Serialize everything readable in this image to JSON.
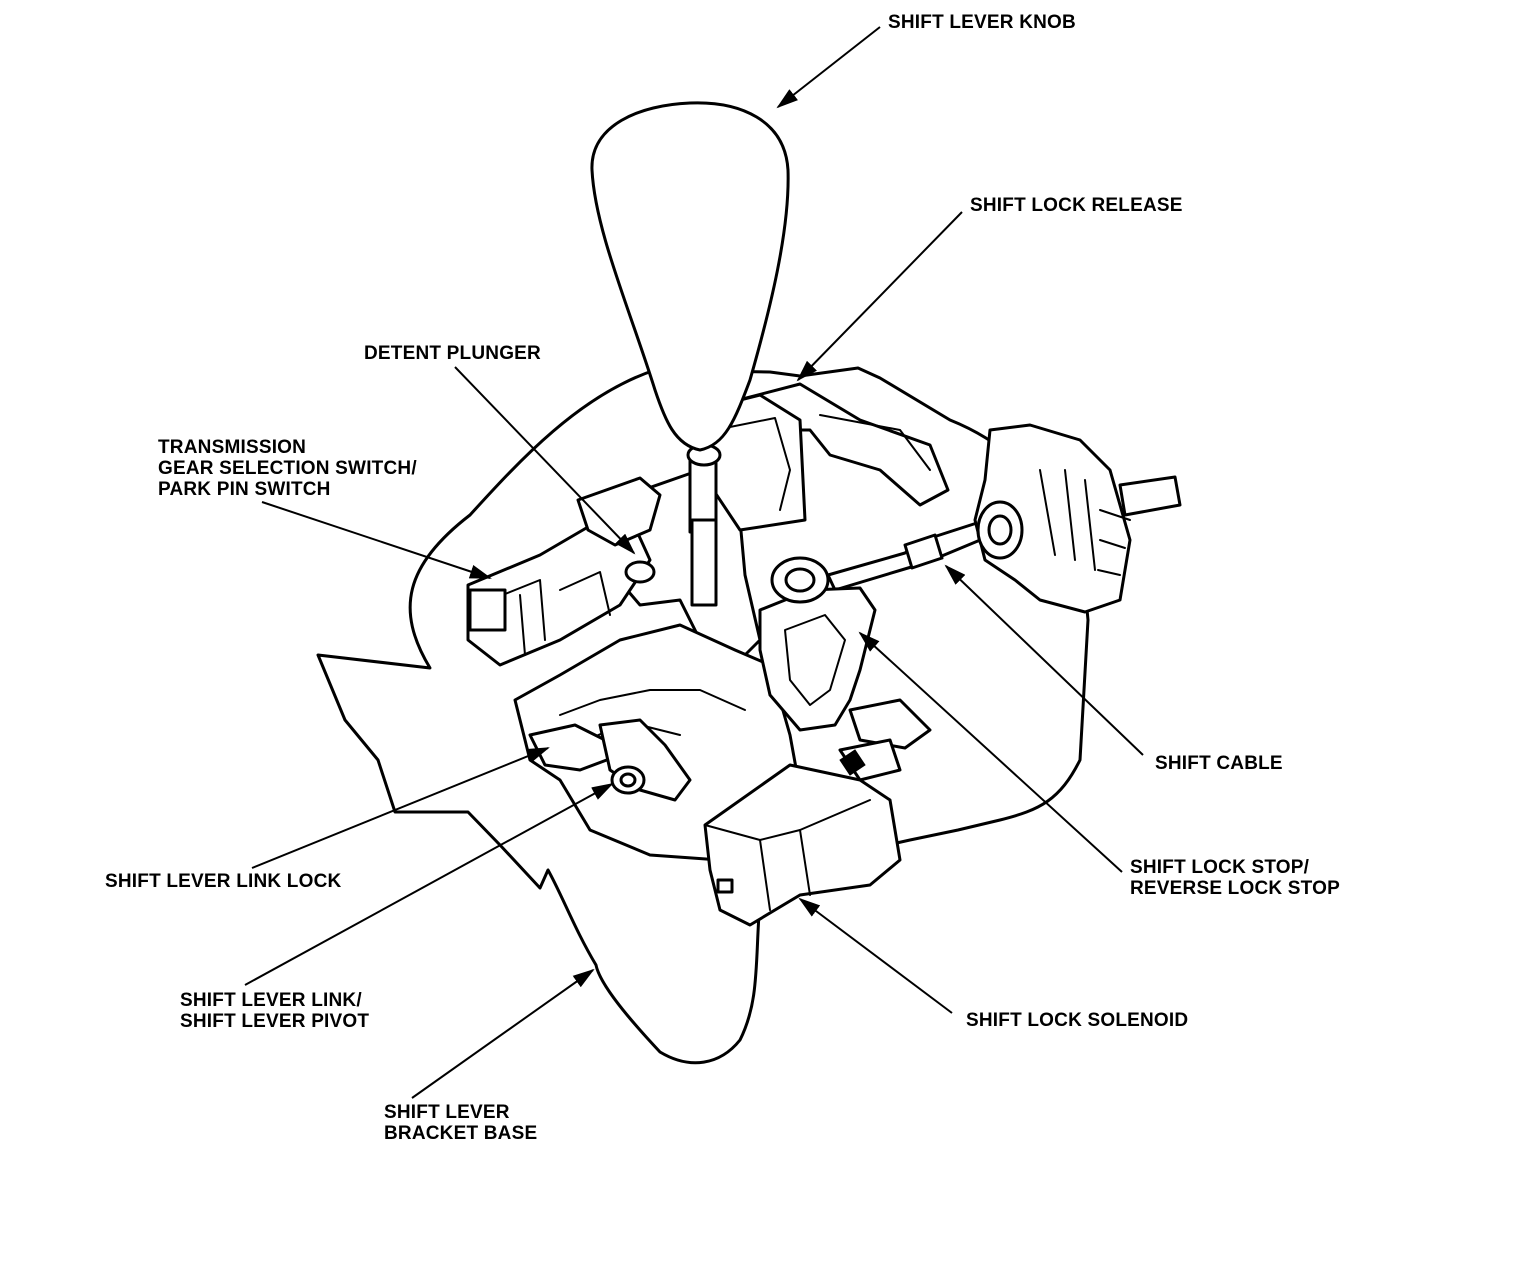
{
  "labels": {
    "shift_lever_knob": "SHIFT LEVER KNOB",
    "shift_lock_release": "SHIFT LOCK RELEASE",
    "detent_plunger": "DETENT PLUNGER",
    "transmission_switch": "TRANSMISSION\nGEAR SELECTION SWITCH/\nPARK PIN SWITCH",
    "shift_cable": "SHIFT CABLE",
    "shift_lock_stop": "SHIFT LOCK STOP/\nREVERSE LOCK STOP",
    "shift_lever_link_lock": "SHIFT LEVER LINK LOCK",
    "shift_lever_link_pivot": "SHIFT LEVER LINK/\nSHIFT LEVER PIVOT",
    "shift_lock_solenoid": "SHIFT LOCK SOLENOID",
    "shift_lever_bracket_base": "SHIFT LEVER\nBRACKET BASE"
  },
  "colors": {
    "line": "#000000",
    "background": "#ffffff"
  }
}
